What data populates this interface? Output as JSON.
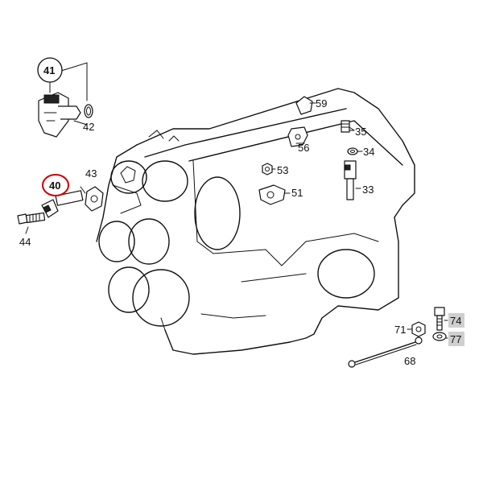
{
  "callouts": {
    "c41": "41",
    "c42": "42",
    "c40": "40",
    "c43": "43",
    "c44": "44",
    "c59": "59",
    "c56": "56",
    "c35": "35",
    "c34": "34",
    "c53": "53",
    "c51": "51",
    "c33": "33",
    "c71": "71",
    "c74": "74",
    "c77": "77",
    "c68": "68"
  },
  "colors": {
    "highlight_ring": "#cc0000",
    "label_highlight_bg": "#cfcfcf"
  }
}
